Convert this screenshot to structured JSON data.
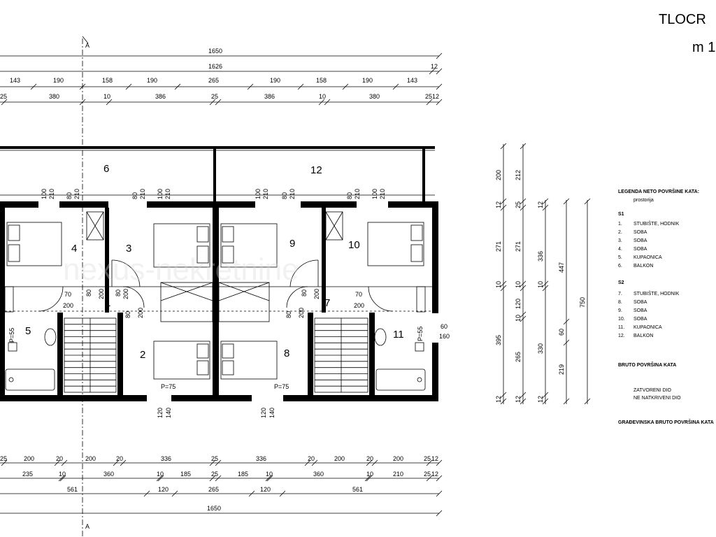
{
  "title": {
    "line1": "TLOCR",
    "line2": "m 1"
  },
  "section_marks": {
    "top": "A",
    "bottom": "A"
  },
  "watermark": "nexus-nekretnine",
  "dims_top": {
    "row1": [
      "1650"
    ],
    "row2": [
      "1626",
      "12"
    ],
    "row3": [
      "143",
      "190",
      "158",
      "190",
      "265",
      "190",
      "158",
      "190",
      "143"
    ],
    "row4": [
      "25",
      "380",
      "10",
      "386",
      "25",
      "386",
      "10",
      "380",
      "25",
      "12"
    ]
  },
  "dims_bottom": {
    "row1": [
      "25",
      "200",
      "20",
      "200",
      "20",
      "336",
      "25",
      "336",
      "20",
      "200",
      "20",
      "200",
      "25",
      "12"
    ],
    "row2": [
      "235",
      "10",
      "360",
      "10",
      "185",
      "25",
      "185",
      "10",
      "360",
      "10",
      "210",
      "25",
      "12"
    ],
    "row3": [
      "561",
      "120",
      "265",
      "120",
      "561"
    ],
    "row4": [
      "1650"
    ]
  },
  "rooms": [
    "1",
    "2",
    "3",
    "4",
    "5",
    "6",
    "7",
    "8",
    "9",
    "10",
    "11",
    "12"
  ],
  "openings": {
    "w100": "100",
    "w80": "80",
    "h210": "210",
    "h200": "200",
    "w70": "70",
    "w120": "120",
    "h140": "140",
    "w60": "60",
    "h160": "160",
    "p55": "P=55",
    "p75": "P=75"
  },
  "dims_side": {
    "col1": [
      "200",
      "12",
      "271",
      "10",
      "395",
      "12"
    ],
    "col2": [
      "212",
      "25",
      "271",
      "10",
      "120",
      "10",
      "265",
      "12"
    ],
    "col3": [
      "12",
      "336",
      "10",
      "330",
      "12"
    ],
    "col4": [
      "447",
      "60",
      "219"
    ],
    "col5": [
      "750"
    ]
  },
  "legend": {
    "heading": "LEGENDA NETO POVRŠINE KATA:",
    "sub": "prostorija",
    "s1_label": "S1",
    "s1_items": [
      {
        "n": "1.",
        "name": "STUBIŠTE, HODNIK"
      },
      {
        "n": "2.",
        "name": "SOBA"
      },
      {
        "n": "3.",
        "name": "SOBA"
      },
      {
        "n": "4.",
        "name": "SOBA"
      },
      {
        "n": "5.",
        "name": "KUPAONICA"
      },
      {
        "n": "6.",
        "name": "BALKON"
      }
    ],
    "s2_label": "S2",
    "s2_items": [
      {
        "n": "7.",
        "name": "STUBIŠTE, HODNIK"
      },
      {
        "n": "8.",
        "name": "SOBA"
      },
      {
        "n": "9.",
        "name": "SOBA"
      },
      {
        "n": "10.",
        "name": "SOBA"
      },
      {
        "n": "11.",
        "name": "KUPAONICA"
      },
      {
        "n": "12.",
        "name": "BALKON"
      }
    ],
    "bruto": "BRUTO POVRŠINA KATA",
    "zatvoreni": "ZATVORENI DIO",
    "nenatkriveni": "NE NATKRIVENI DIO",
    "gradevinska": "GRAĐEVINSKA BRUTO POVRŠINA KATA"
  }
}
